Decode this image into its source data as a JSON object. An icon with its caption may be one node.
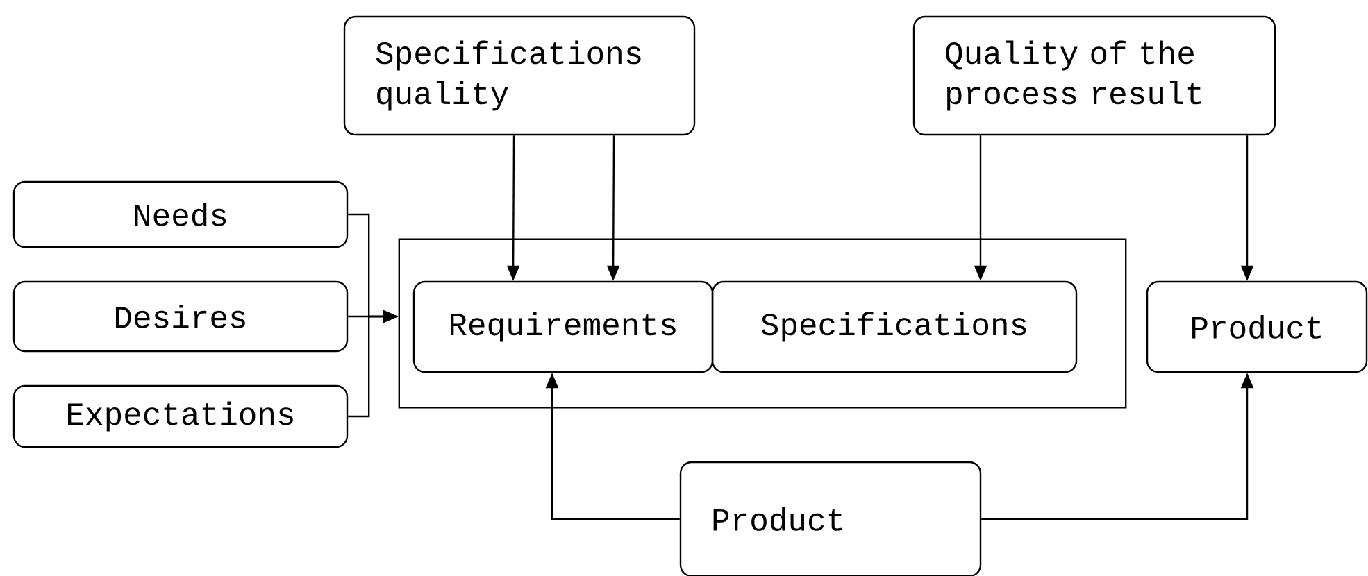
{
  "diagram": {
    "nodes": [
      {
        "text": [
          "Specifications quality"
        ]
      },
      {
        "text": [
          "Quality of the process result"
        ]
      },
      {
        "text": [
          "Needs"
        ]
      },
      {
        "text": [
          "Desires"
        ]
      },
      {
        "text": [
          "Expectations"
        ]
      },
      {
        "text": [],
        "shape": "box"
      },
      {
        "text": [
          "Requirements"
        ],
        "in": 5
      },
      {
        "text": [
          "Specifications"
        ],
        "in": 5
      },
      {
        "text": [
          "Product"
        ]
      },
      {
        "text": [
          "Product"
        ]
      }
    ],
    "edges": [
      {
        "from": 0,
        "to": 6,
        "arrow": "to"
      },
      {
        "from": 0,
        "to": 6,
        "arrow": "to"
      },
      {
        "from": 1,
        "to": 7,
        "arrow": "to"
      },
      {
        "from": 1,
        "to": 8,
        "arrow": "to"
      },
      {
        "from": 2,
        "to": 5,
        "arrow": "to"
      },
      {
        "from": 3,
        "to": 5,
        "arrow": "to"
      },
      {
        "from": 4,
        "to": 5,
        "arrow": "to"
      },
      {
        "from": 9,
        "to": 6,
        "arrow": "to"
      },
      {
        "from": 9,
        "to": 8,
        "arrow": "to"
      }
    ]
  }
}
